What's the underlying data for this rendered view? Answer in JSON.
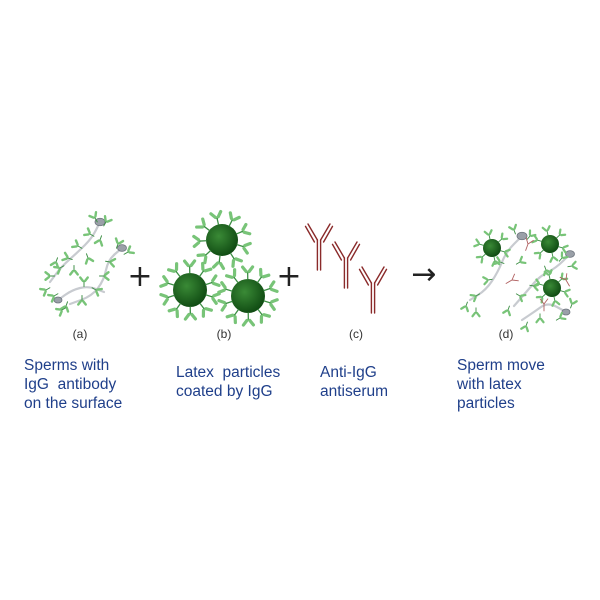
{
  "colors": {
    "particle": "#1e6b1e",
    "particle_dark": "#0f4a12",
    "igg": "#78c478",
    "igg_stroke": "#3d8f45",
    "anti_igg": "#8a2a2a",
    "sperm_body": "#c8cbd0",
    "caption": "#1f3f8a"
  },
  "panels": [
    {
      "id": "a",
      "label": "(a)",
      "caption": [
        "Sperms with",
        "IgG  antibody",
        "on the surface"
      ]
    },
    {
      "id": "b",
      "label": "(b)",
      "caption": [
        "Latex  particles",
        "coated by IgG"
      ]
    },
    {
      "id": "c",
      "label": "(c)",
      "caption": [
        "Anti-IgG",
        "antiserum"
      ]
    },
    {
      "id": "d",
      "label": "(d)",
      "caption": [
        "Sperm move",
        "with latex",
        "particles"
      ]
    }
  ],
  "operators": {
    "plus_1": "+",
    "plus_2": "+",
    "arrow": "→"
  },
  "icons": {
    "sperm": "sperm-icon",
    "latex_particle": "latex-particle-icon",
    "igg_antibody": "igg-antibody-icon",
    "anti_igg_antibody": "anti-igg-antibody-icon"
  }
}
